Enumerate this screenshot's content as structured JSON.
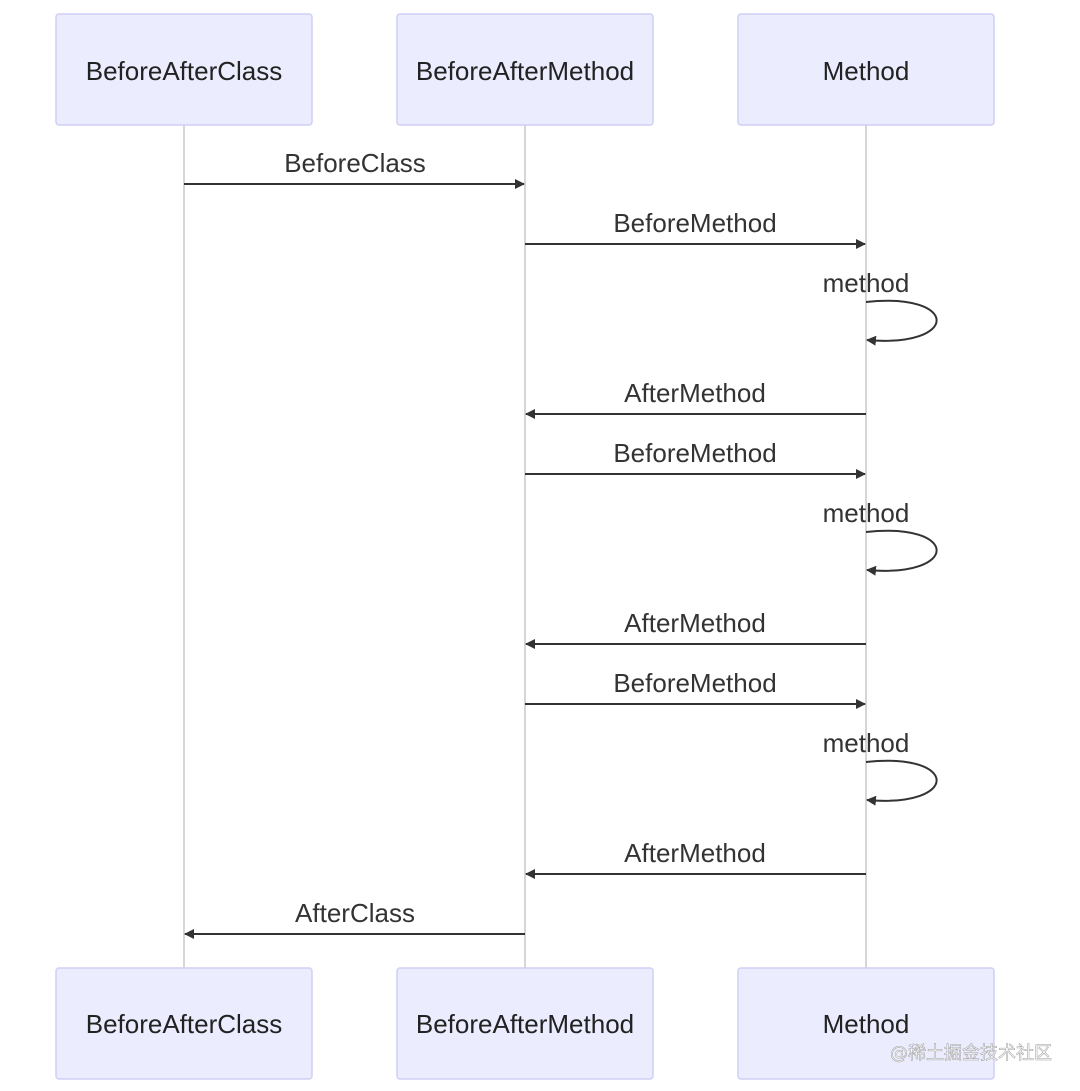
{
  "actors": [
    {
      "id": "bac",
      "label": "BeforeAfterClass"
    },
    {
      "id": "bam",
      "label": "BeforeAfterMethod"
    },
    {
      "id": "m",
      "label": "Method"
    }
  ],
  "messages": [
    {
      "from": "bac",
      "to": "bam",
      "label": "BeforeClass"
    },
    {
      "from": "bam",
      "to": "m",
      "label": "BeforeMethod"
    },
    {
      "from": "m",
      "to": "m",
      "label": "method"
    },
    {
      "from": "m",
      "to": "bam",
      "label": "AfterMethod"
    },
    {
      "from": "bam",
      "to": "m",
      "label": "BeforeMethod"
    },
    {
      "from": "m",
      "to": "m",
      "label": "method"
    },
    {
      "from": "m",
      "to": "bam",
      "label": "AfterMethod"
    },
    {
      "from": "bam",
      "to": "m",
      "label": "BeforeMethod"
    },
    {
      "from": "m",
      "to": "m",
      "label": "method"
    },
    {
      "from": "m",
      "to": "bam",
      "label": "AfterMethod"
    },
    {
      "from": "bam",
      "to": "bac",
      "label": "AfterClass"
    }
  ],
  "watermark": "@稀土掘金技术社区"
}
